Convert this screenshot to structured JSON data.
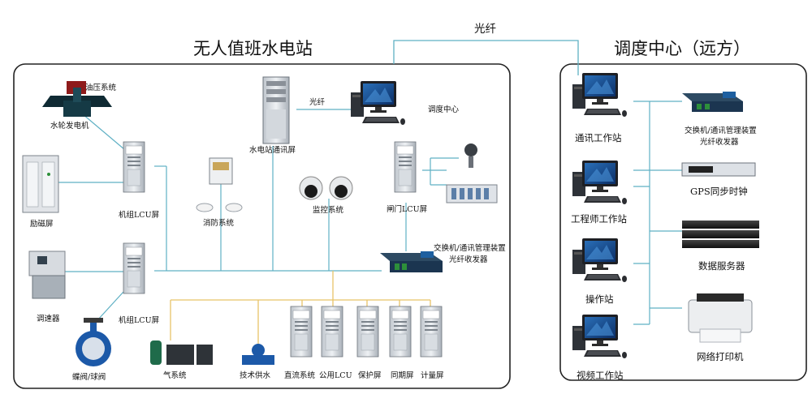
{
  "titles": {
    "station": "无人值班水电站",
    "center": "调度中心（远方）",
    "fiber_top": "光纤"
  },
  "station": {
    "oil_system": "油压系统",
    "turbine": "水轮发电机",
    "excitation": "励磁屏",
    "unit_lcu_1": "机组LCU屏",
    "unit_lcu_2": "机组LCU屏",
    "governor": "调速器",
    "valve": "蝶阀/球阀",
    "fire": "消防系统",
    "comm_panel": "水电站通讯屏",
    "fiber": "光纤",
    "dispatch": "调度中心",
    "monitor": "监控系统",
    "gate_lcu": "闸门LCU屏",
    "switch_label_1": "交换机/通讯管理装置",
    "switch_label_2": "光纤收发器",
    "gas": "气系统",
    "water": "技术供水",
    "dc": "直流系统",
    "public_lcu": "公用LCU",
    "protect": "保护屏",
    "sync": "同期屏",
    "meter": "计量屏"
  },
  "center": {
    "comm_ws": "通讯工作站",
    "switch_1": "交换机/通讯管理装置",
    "switch_2": "光纤收发器",
    "gps": "GPS同步时钟",
    "eng_ws": "工程师工作站",
    "server": "数据服务器",
    "op_ws": "操作站",
    "printer": "网络打印机",
    "video_ws": "视频工作站"
  },
  "colors": {
    "network_line": "#5fb0c4",
    "power_line": "#e8c468",
    "frame": "#222222"
  }
}
